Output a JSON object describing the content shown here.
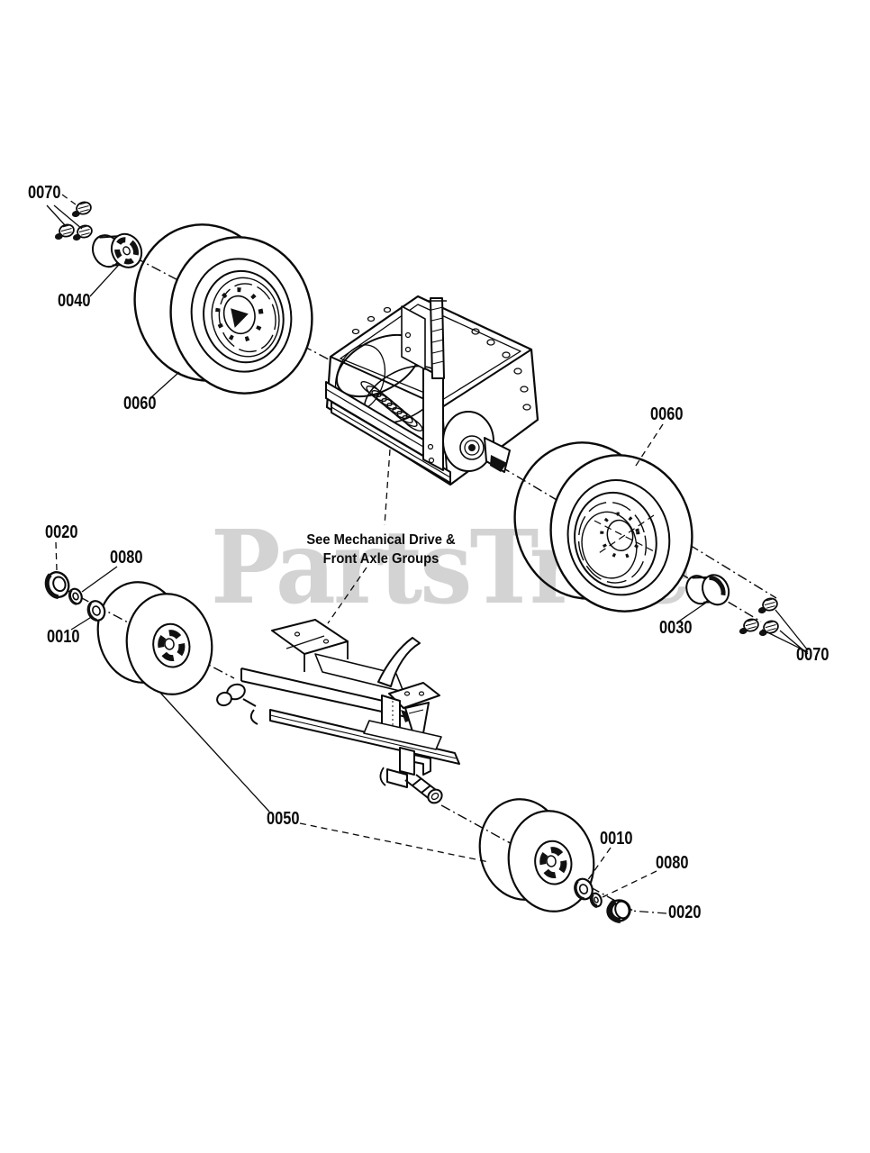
{
  "diagram": {
    "watermark": "PartsTree",
    "note_line1": "See Mechanical Drive &",
    "note_line2": "Front Axle Groups"
  },
  "callouts": [
    {
      "id": "0070-top-left",
      "label": "0070"
    },
    {
      "id": "0040",
      "label": "0040"
    },
    {
      "id": "0060-left",
      "label": "0060"
    },
    {
      "id": "0060-right",
      "label": "0060"
    },
    {
      "id": "0020-upper-left",
      "label": "0020"
    },
    {
      "id": "0080-left",
      "label": "0080"
    },
    {
      "id": "0010-left",
      "label": "0010"
    },
    {
      "id": "0030",
      "label": "0030"
    },
    {
      "id": "0070-right",
      "label": "0070"
    },
    {
      "id": "0050",
      "label": "0050"
    },
    {
      "id": "0010-bottom",
      "label": "0010"
    },
    {
      "id": "0080-bottom",
      "label": "0080"
    },
    {
      "id": "0020-bottom",
      "label": "0020"
    }
  ],
  "colors": {
    "line": "#0a0a0a",
    "watermark": "#d3d3d3",
    "background": "#ffffff"
  }
}
